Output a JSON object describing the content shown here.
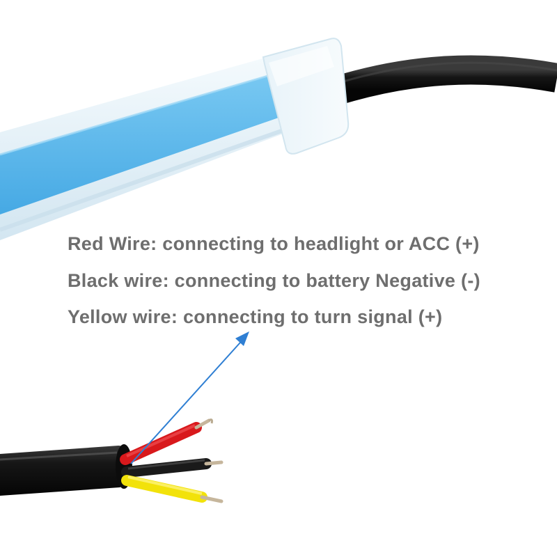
{
  "labels": {
    "red_wire": "Red Wire: connecting to headlight or ACC (+)",
    "black_wire": "Black wire: connecting to battery Negative (-)",
    "yellow_wire": "Yellow wire: connecting to turn signal (+)"
  },
  "colors": {
    "text": "#6e6e6e",
    "led_glow": "#5ab8ec",
    "strip_casing": "#e2f0f8",
    "cable": "#141414",
    "red_wire": "#d8191c",
    "black_wire": "#1a1a1a",
    "yellow_wire": "#f2e20a",
    "copper": "#c6b69c",
    "arrow": "#2f7fd3"
  },
  "icons": {
    "pointer": "arrow-up-right-icon"
  }
}
